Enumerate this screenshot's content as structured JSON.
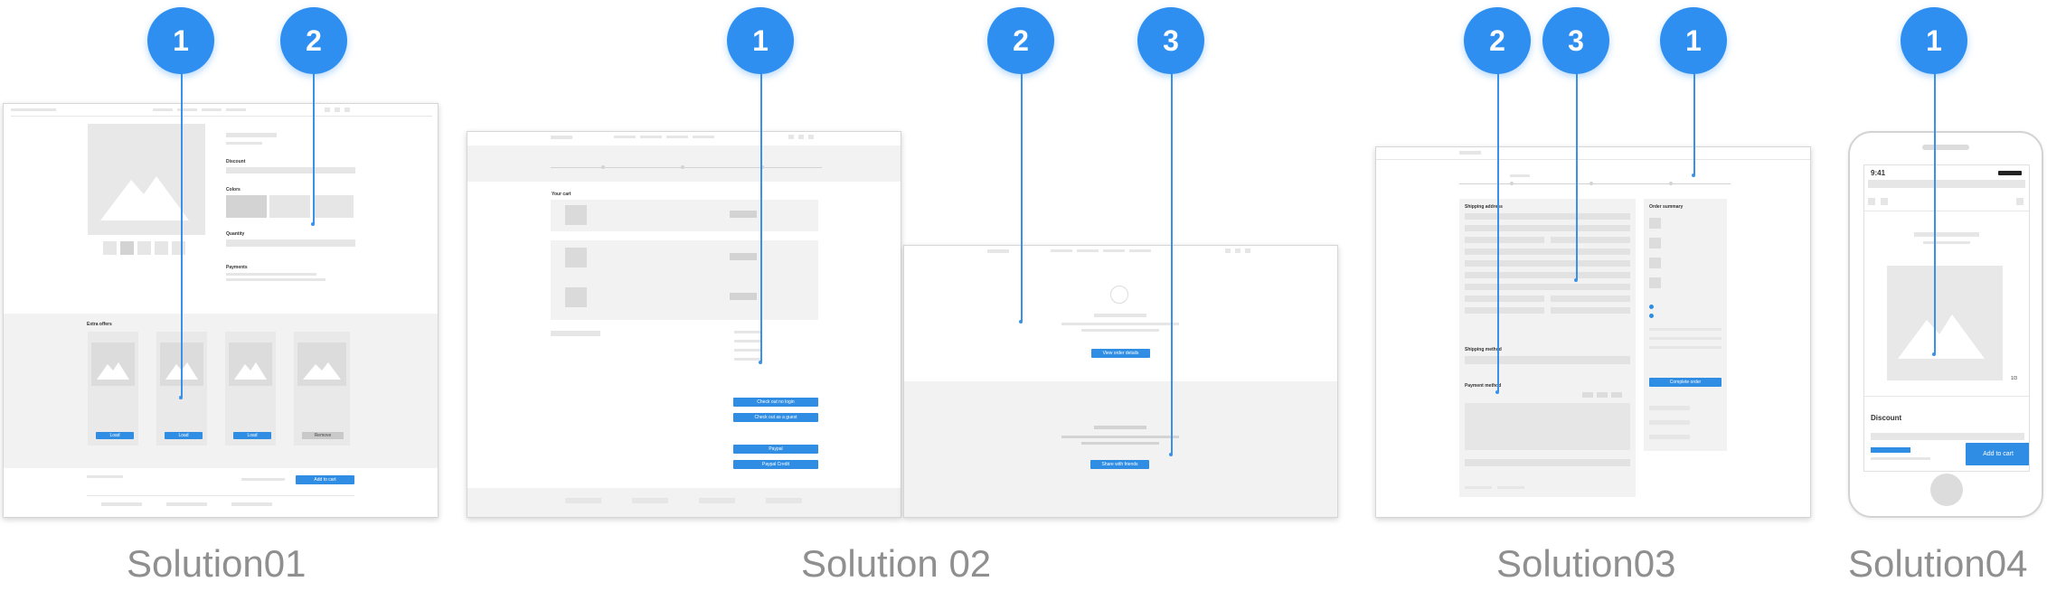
{
  "captions": [
    "Solution01",
    "Solution 02",
    "Solution03",
    "Solution04"
  ],
  "badges": {
    "s1": [
      "1",
      "2"
    ],
    "s2": [
      "1",
      "2",
      "3"
    ],
    "s3": [
      "2",
      "3",
      "1"
    ],
    "s4": [
      "1"
    ]
  },
  "wireframe_labels": {
    "s1": {
      "discount": "Discount",
      "colors": "Colors",
      "quantity": "Quantity",
      "payments": "Payments",
      "extra_offers": "Extra offers",
      "load": "Load",
      "remove": "Remove",
      "add_to_cart": "Add to cart"
    },
    "s2": {
      "your_cart": "Your cart",
      "check_out_no_login": "Check out no login",
      "check_out_as_guest": "Check out as a guest",
      "paypal": "Paypal",
      "paypal_credit": "Paypal Credit",
      "view_order_details": "View order details",
      "share_with_friends": "Share with friends"
    },
    "s3": {
      "shipping_address": "Shipping address",
      "order_summary": "Order summary",
      "shipping_method": "Shipping method",
      "payment_method": "Payment method",
      "complete_order": "Complete order"
    },
    "s4": {
      "time": "9:41",
      "pager": "1/3",
      "discount": "Discount",
      "add_to_cart": "Add to cart"
    }
  },
  "colors": {
    "accent": "#2e8ff0",
    "caption": "#8f8f8f",
    "wire": "#e6e6e6"
  }
}
